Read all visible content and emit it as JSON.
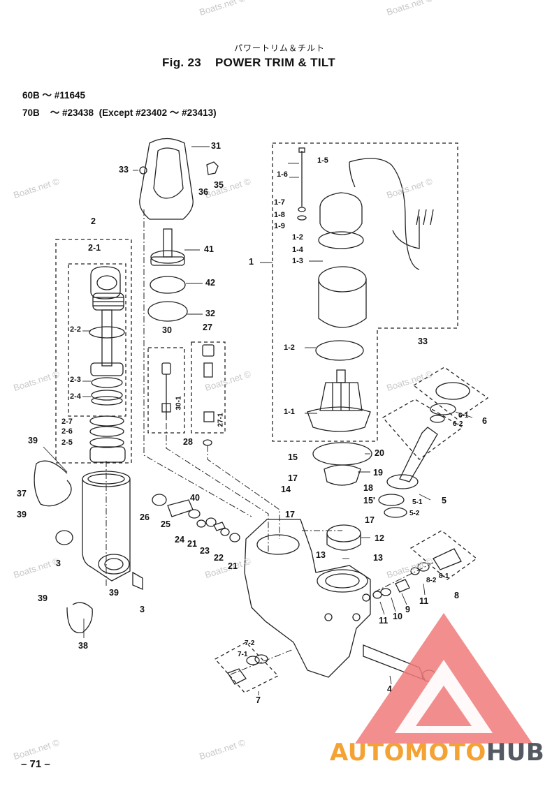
{
  "header": {
    "jp_title": "パワートリム＆チルト",
    "fig_title": "Fig. 23    POWER TRIM & TILT",
    "serial_60b": "60B    ～ #11645",
    "serial_70b": "70B    ～ #23438  (Except #23402 ～ #23413)"
  },
  "footer": {
    "page_number": "– 71 –"
  },
  "watermark": {
    "text": "Boats.net ©"
  },
  "logo": {
    "part1": "AUTO",
    "part2": "MOTO",
    "part3": "HUB",
    "colors": {
      "triangle": "#f07a7a",
      "orange": "#f3a233",
      "gray": "#555a62"
    }
  },
  "callouts": {
    "c31": "31",
    "c33a": "33",
    "c36": "36",
    "c35": "35",
    "c2": "2",
    "c2_1": "2-1",
    "c2_2": "2-2",
    "c2_3": "2-3",
    "c2_4": "2-4",
    "c2_7": "2-7",
    "c2_6": "2-6",
    "c2_5": "2-5",
    "c41": "41",
    "c42": "42",
    "c32": "32",
    "c30": "30",
    "c27": "27",
    "c30_1": "30-1",
    "c27_1": "27-1",
    "c28": "28",
    "c1": "1",
    "c1_5": "1-5",
    "c1_6": "1-6",
    "c1_7": "1-7",
    "c1_8": "1-8",
    "c1_9": "1-9",
    "c1_2a": "1-2",
    "c1_4": "1-4",
    "c1_3": "1-3",
    "c1_2b": "1-2",
    "c1_1": "1-1",
    "c33b": "33",
    "c6": "6",
    "c6_1": "6-1",
    "c6_2": "6-2",
    "c39a": "39",
    "c37": "37",
    "c39b": "39",
    "c3a": "3",
    "c39c": "39",
    "c39d": "39",
    "c3b": "3",
    "c38": "38",
    "c20": "20",
    "c15a": "15",
    "c17a": "17",
    "c19": "19",
    "c14": "14",
    "c18": "18",
    "c15b": "15'",
    "c17b": "17",
    "c17c": "17",
    "c12": "12",
    "c5": "5",
    "c5_1": "5-1",
    "c5_2": "5-2",
    "c13a": "13",
    "c13b": "13",
    "c26": "26",
    "c25": "25",
    "c40": "40",
    "c24": "24",
    "c21a": "21",
    "c23": "23",
    "c22": "22",
    "c21b": "21",
    "c8": "8",
    "c8_1": "8-1",
    "c8_2": "8-2",
    "c11a": "11",
    "c9": "9",
    "c10": "10",
    "c11b": "11",
    "c7_2": "7-2",
    "c7_1": "7-1",
    "c7": "7",
    "c4": "4"
  }
}
